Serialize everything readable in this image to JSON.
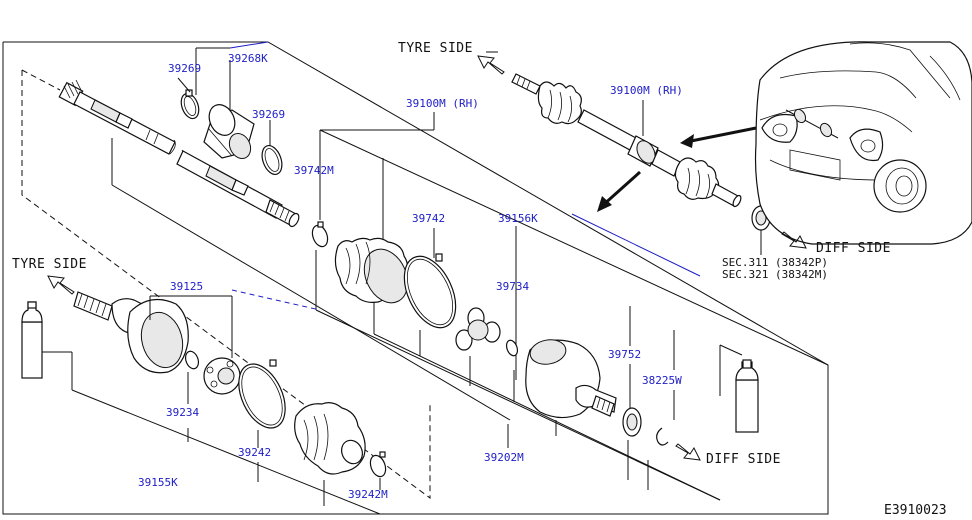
{
  "labels": {
    "tyre_side_top": "TYRE SIDE",
    "tyre_side_left": "TYRE SIDE",
    "diff_side_right": "DIFF SIDE",
    "diff_side_bottom": "DIFF SIDE",
    "sec_311": "SEC.311 (38342P)",
    "sec_321": "SEC.321 (38342M)",
    "drawing_code": "E3910023"
  },
  "part_numbers": {
    "p39269_a": "39269",
    "p39268k": "39268K",
    "p39269_b": "39269",
    "p39100m_rh_inset": "39100M (RH)",
    "p39100m_rh": "39100M (RH)",
    "p39742m": "39742M",
    "p39742": "39742",
    "p39156k": "39156K",
    "p39734": "39734",
    "p39125": "39125",
    "p39234": "39234",
    "p39242": "39242",
    "p39155k": "39155K",
    "p39242m": "39242M",
    "p39202m": "39202M",
    "p39752": "39752",
    "p38225w": "38225W"
  }
}
